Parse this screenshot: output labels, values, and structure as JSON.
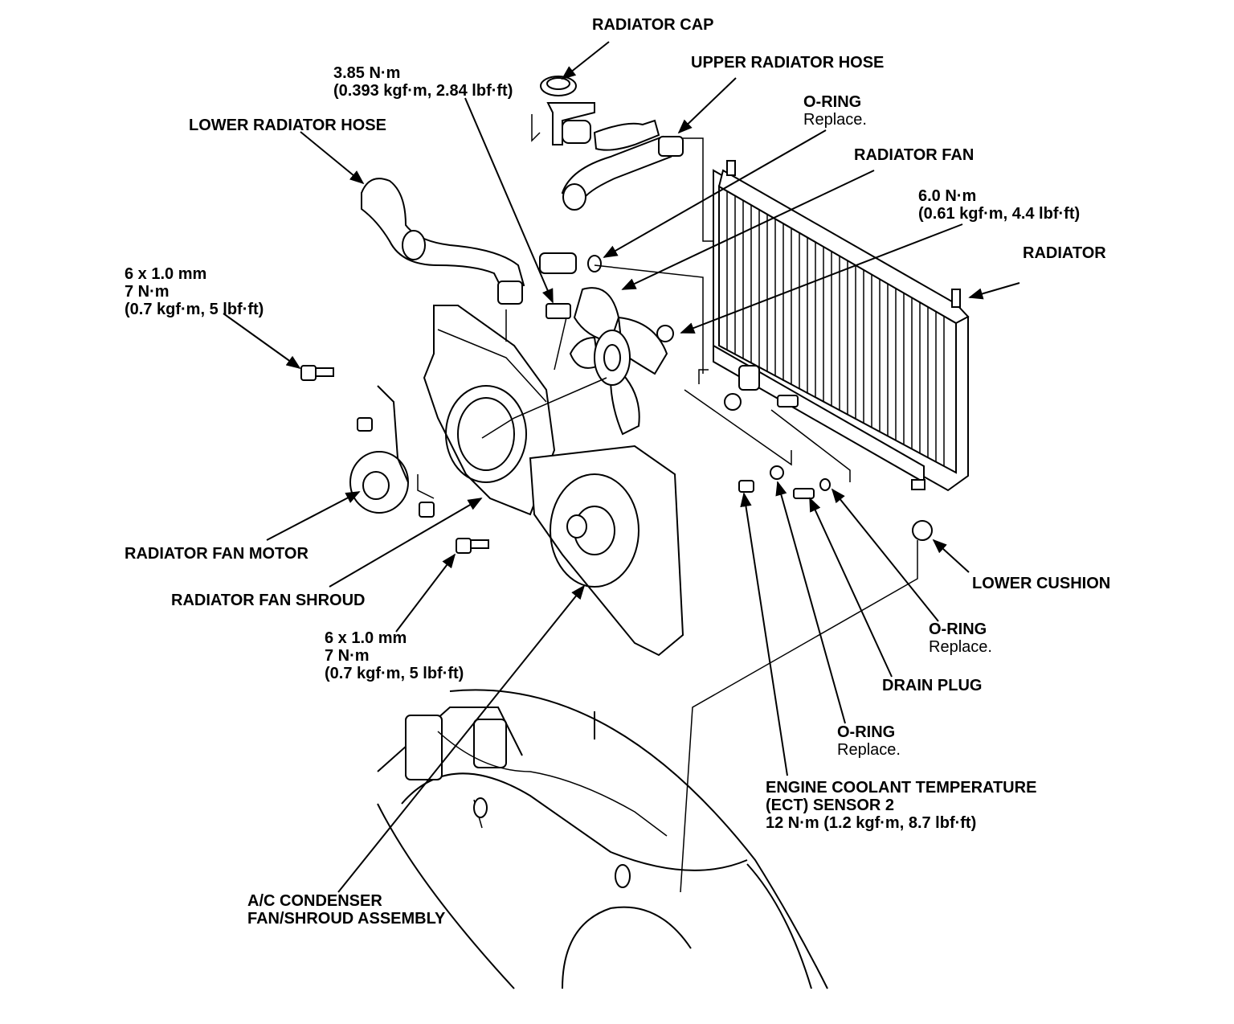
{
  "labels": {
    "radiator_cap": "RADIATOR CAP",
    "torque_cap_1": "3.85 N·m",
    "torque_cap_2": "(0.393 kgf·m, 2.84 lbf·ft)",
    "upper_hose": "UPPER RADIATOR HOSE",
    "oring_top_1": "O-RING",
    "oring_top_2": "Replace.",
    "lower_hose": "LOWER RADIATOR HOSE",
    "radiator_fan": "RADIATOR FAN",
    "torque_fan_1": "6.0 N·m",
    "torque_fan_2": "(0.61 kgf·m, 4.4 lbf·ft)",
    "radiator": "RADIATOR",
    "bolt_left_1": "6 x 1.0 mm",
    "bolt_left_2": "7 N·m",
    "bolt_left_3": "(0.7 kgf·m, 5 lbf·ft)",
    "fan_motor": "RADIATOR FAN MOTOR",
    "fan_shroud": "RADIATOR FAN SHROUD",
    "bolt_low_1": "6 x 1.0 mm",
    "bolt_low_2": "7 N·m",
    "bolt_low_3": "(0.7 kgf·m, 5 lbf·ft)",
    "lower_cushion": "LOWER CUSHION",
    "oring_right_1": "O-RING",
    "oring_right_2": "Replace.",
    "drain_plug": "DRAIN PLUG",
    "oring_mid_1": "O-RING",
    "oring_mid_2": "Replace.",
    "ect_1": "ENGINE COOLANT TEMPERATURE",
    "ect_2": "(ECT) SENSOR 2",
    "ect_3": "12 N·m (1.2 kgf·m, 8.7 lbf·ft)",
    "ac_1": "A/C CONDENSER",
    "ac_2": "FAN/SHROUD ASSEMBLY"
  }
}
